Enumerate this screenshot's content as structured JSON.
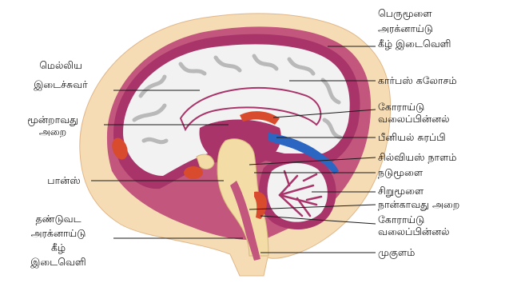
{
  "colors": {
    "scalp": "#f6dcb4",
    "skull_outline": "#e0b789",
    "meninges": "#c2567c",
    "cortex": "#a8346a",
    "white_matter": "#f2f2f2",
    "gyrus_line": "#b9b9b9",
    "brainstem": "#f3dca6",
    "red_structures": "#d84b2c",
    "pineal_blue": "#2b66c2"
  },
  "labels": {
    "right": {
      "arachnoid_top": [
        "பெருமூளை",
        "அரக்னாய்டு",
        "கீழ் இடைவெளி"
      ],
      "corpus_callosum": "கார்பஸ் கலோசம்",
      "choroid_plexus_top": [
        "கோராய்டு",
        "வலைப்பின்னல்"
      ],
      "pineal_gland": "பீனியல் சுரப்பி",
      "aqueduct": "சில்வியஸ் நாளம்",
      "midbrain": "நடுமூளை",
      "cerebellum": "சிறுமூளை",
      "fourth_ventricle": "நான்காவது அறை",
      "choroid_plexus_bottom": [
        "கோராய்டு",
        "வலைப்பின்னல்"
      ],
      "medulla": "முகுளம்"
    },
    "left": {
      "septum_pellucidum": [
        "மெல்லிய",
        "இடைச்சுவர்"
      ],
      "third_ventricle": [
        "மூன்றாவது",
        "அறை"
      ],
      "pons": "பான்ஸ்",
      "spinal_subarachnoid": [
        "தண்டுவட",
        "அரக்னாய்டு",
        "கீழ்",
        "இடைவெளி"
      ]
    }
  }
}
